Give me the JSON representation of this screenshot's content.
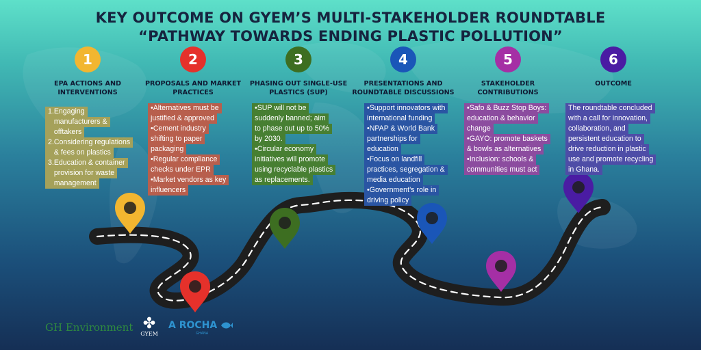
{
  "title": {
    "line1": "KEY OUTCOME ON GYEM’S MULTI-STAKEHOLDER ROUNDTABLE",
    "line2": "“PATHWAY TOWARDS ENDING PLASTIC POLLUTION”"
  },
  "colors": {
    "c1": "#f2b630",
    "c2": "#e5312b",
    "c3": "#3d6e21",
    "c4": "#1a56b8",
    "c5": "#a52fa5",
    "c6": "#4a1ca3"
  },
  "steps": [
    {
      "number": "1",
      "heading1": "EPA ACTIONS AND",
      "heading2": "INTERVENTIONS",
      "lines": [
        "1.Engaging",
        "   manufacturers &",
        "   offtakers",
        "2.Considering regulations",
        "   & fees on plastics",
        "3.Education & container",
        "   provision for waste",
        "   management"
      ]
    },
    {
      "number": "2",
      "heading1": "PROPOSALS AND MARKET",
      "heading2": "PRACTICES",
      "lines": [
        "Alternatives must be",
        "justified & approved",
        "Cement industry",
        "shifting to paper",
        "packaging",
        "Regular compliance",
        "checks under EPR",
        "Market vendors as key",
        "influencers"
      ]
    },
    {
      "number": "3",
      "heading1": "PHASING OUT SINGLE-USE",
      "heading2": "PLASTICS (SUP)",
      "lines": [
        "SUP will not be",
        "suddenly banned; aim",
        "to phase out up to 50%",
        "by 2030.",
        "Circular economy",
        "initiatives will promote",
        "using recyclable plastics",
        "as replacements."
      ]
    },
    {
      "number": "4",
      "heading1": "PRESENTATIONS AND",
      "heading2": "ROUNDTABLE DISCUSSIONS",
      "lines": [
        "Support innovators with",
        "international funding",
        "NPAP & World Bank",
        "partnerships for",
        "education",
        "Focus on landfill",
        "practices, segregation &",
        "media education",
        "Government’s role in",
        "driving policy"
      ]
    },
    {
      "number": "5",
      "heading1": "STAKEHOLDER",
      "heading2": "CONTRIBUTIONS",
      "lines": [
        "Safo & Buzz Stop Boys:",
        "education & behavior",
        "change",
        "GAYO: promote baskets",
        "& bowls as alternatives",
        "Inclusion: schools &",
        "communities must act"
      ]
    },
    {
      "number": "6",
      "heading1": "OUTCOME",
      "heading2": "",
      "lines": [
        "The roundtable concluded",
        "with a call for innovation,",
        "collaboration, and",
        "persistent education to",
        "drive reduction in plastic",
        "use and promote recycling",
        "in Ghana."
      ]
    }
  ],
  "logos": {
    "gh": "GH Environment",
    "gyem": "GYEM",
    "arocha": "A ROCHA",
    "arocha_sub": "GHANA"
  },
  "icons": {
    "pin": "map-pin-icon",
    "fish": "fish-icon"
  }
}
